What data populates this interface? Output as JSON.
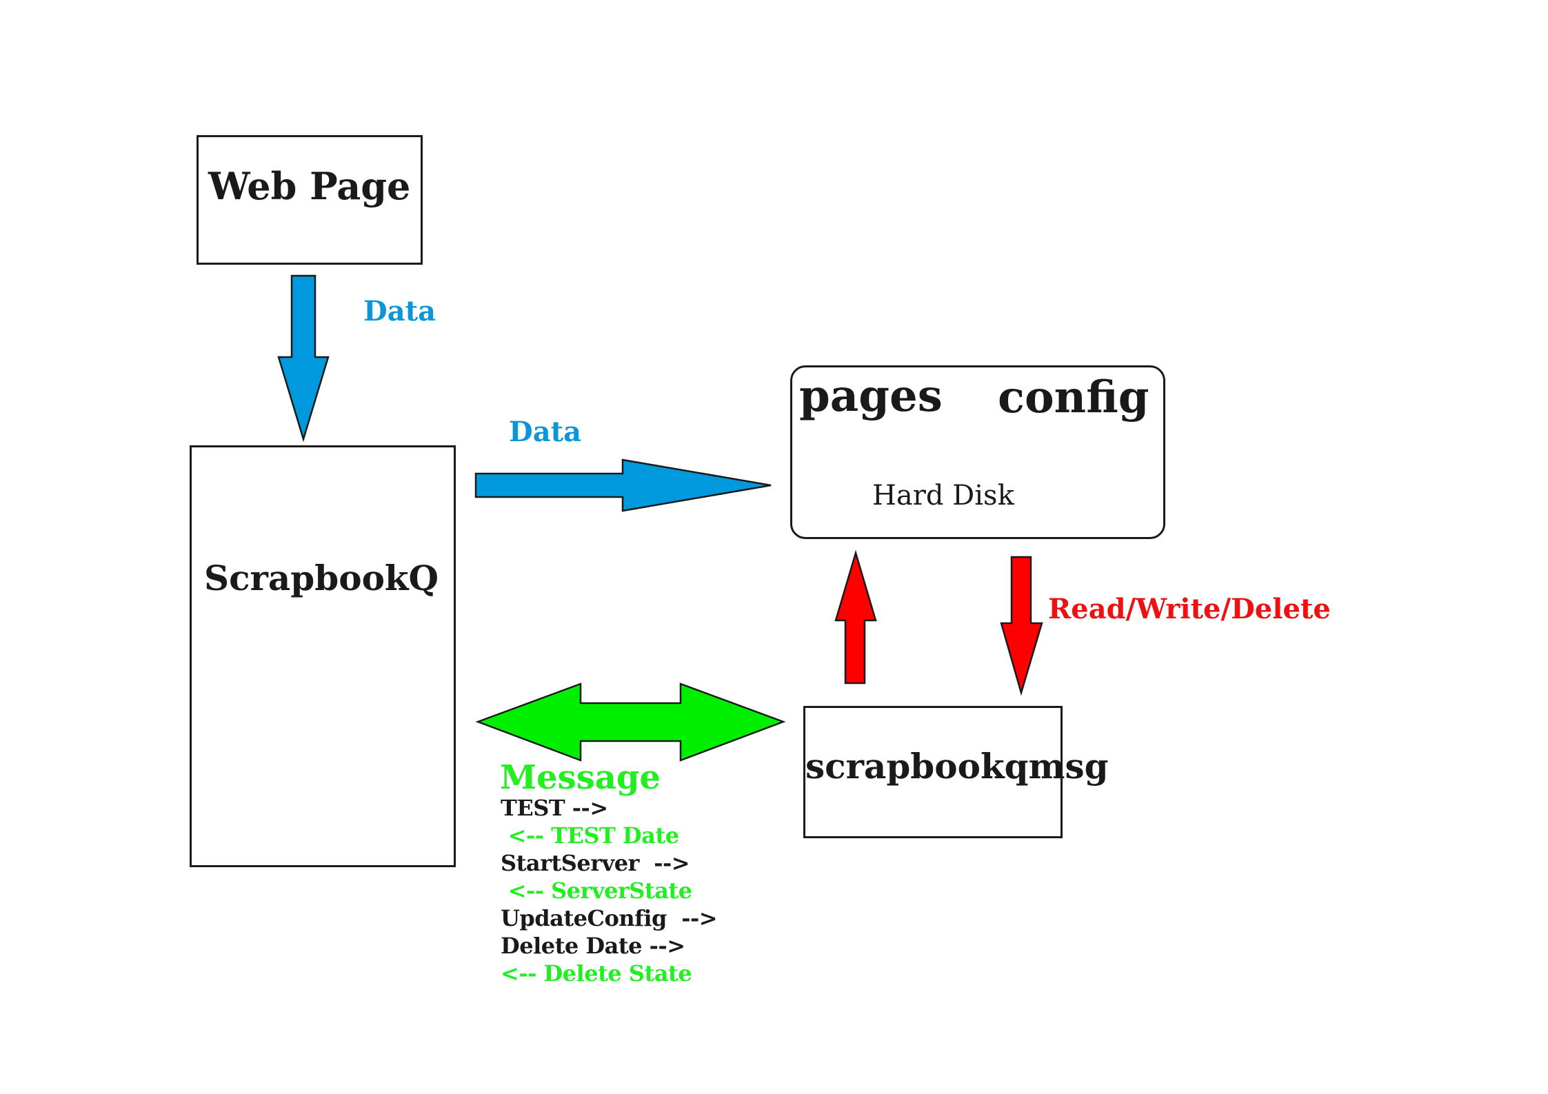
{
  "colors": {
    "data_arrow": "#0099dd",
    "data_label": "#0a96d9",
    "read_write_arrow": "#ff0000",
    "read_write_label": "#ee1111",
    "message_arrow": "#00ee00",
    "message_label": "#22ee22",
    "outline": "#1a1a1a"
  },
  "nodes": {
    "web_page": "Web Page",
    "scrapbookq": "ScrapbookQ",
    "hard_disk": {
      "pages": "pages",
      "config": "config",
      "caption": "Hard Disk"
    },
    "scrapbookqmsg": "scrapbookqmsg"
  },
  "edges": {
    "web_to_scrapbookq": {
      "label": "Data",
      "direction": "down"
    },
    "scrapbookq_to_disk": {
      "label": "Data",
      "direction": "right"
    },
    "msg_to_disk_up": {
      "label": "",
      "direction": "up"
    },
    "disk_to_msg_down": {
      "label": "Read/Write/Delete",
      "direction": "down"
    },
    "scrapbookq_msg_bidirectional": {
      "label": "Message",
      "direction": "both"
    }
  },
  "messages": [
    {
      "text": "TEST -->",
      "kind": "request"
    },
    {
      "text": " <-- TEST Date",
      "kind": "response"
    },
    {
      "text": "StartServer  -->",
      "kind": "request"
    },
    {
      "text": " <-- ServerState",
      "kind": "response"
    },
    {
      "text": "UpdateConfig  -->",
      "kind": "request"
    },
    {
      "text": "Delete Date -->",
      "kind": "request"
    },
    {
      "text": "<-- Delete State",
      "kind": "response"
    }
  ]
}
